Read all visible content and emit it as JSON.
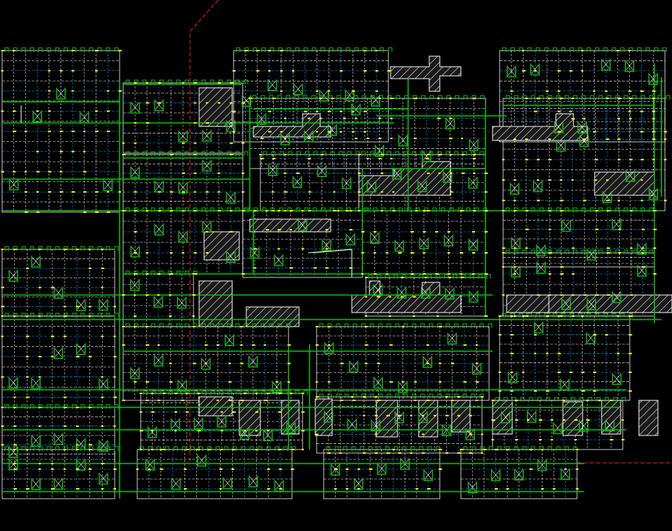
{
  "drawing": {
    "caption": "",
    "colors": {
      "background": "#000000",
      "wall_outline": "#ffffff",
      "structure": "#00cc00",
      "grid_minor": "#00aaff",
      "annotation": "#ffff00",
      "reference_line": "#ff2020",
      "hatch": "#ffffff"
    },
    "icons": [
      "hatch-pattern",
      "column-marker",
      "dimension-tick"
    ]
  }
}
